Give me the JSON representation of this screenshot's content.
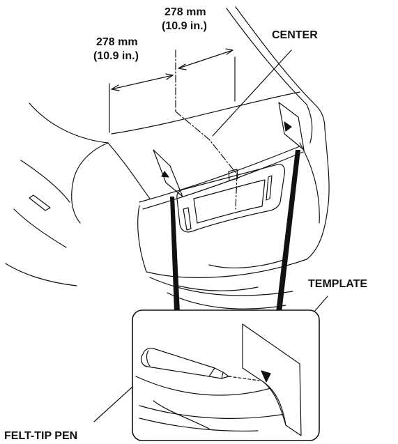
{
  "labels": {
    "dim_right_value": "278 mm",
    "dim_right_inch": "(10.9 in.)",
    "dim_left_value": "278 mm",
    "dim_left_inch": "(10.9 in.)",
    "center": "CENTER",
    "template": "TEMPLATE",
    "felt_tip_pen": "FELT-TIP PEN"
  },
  "colors": {
    "line": "#111111",
    "background": "#ffffff"
  }
}
